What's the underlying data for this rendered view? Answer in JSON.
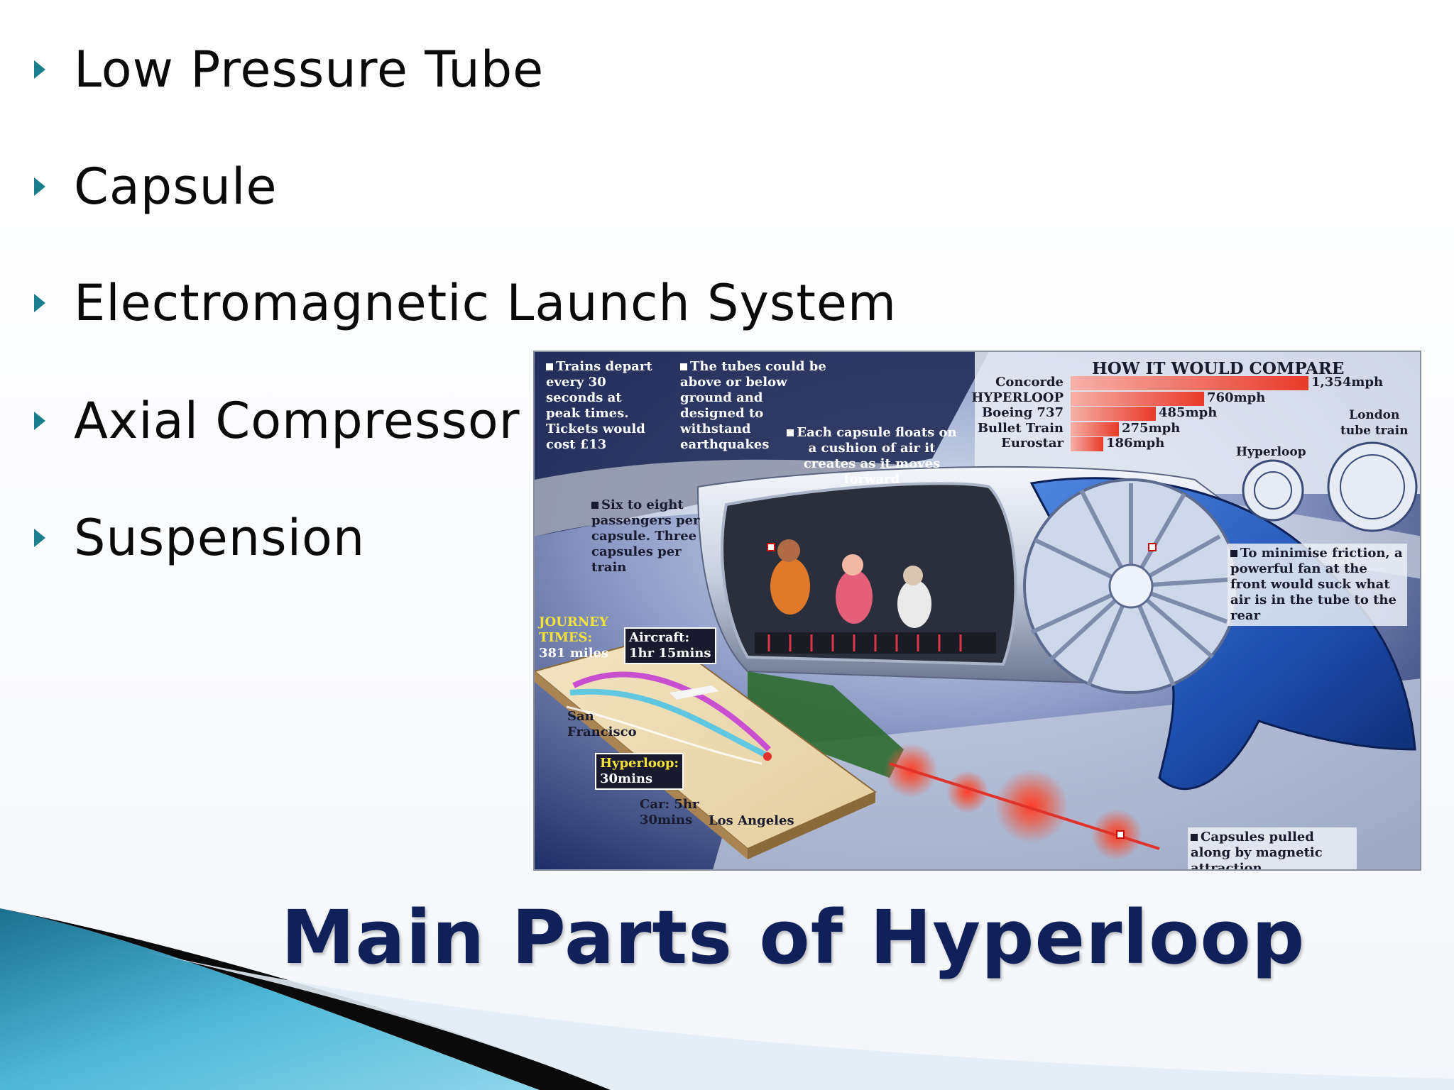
{
  "bullets": [
    "Low Pressure Tube",
    "Capsule",
    "Electromagnetic Launch System",
    "Axial Compressor",
    "Suspension"
  ],
  "title": "Main Parts of Hyperloop",
  "infographic": {
    "annotations": {
      "trains": "Trains depart every 30 seconds at peak times. Tickets would cost £13",
      "tubes": "The tubes could be above or below ground and designed to withstand earthquakes",
      "capsule_air": "Each capsule floats on a cushion of air it creates as it moves forward",
      "passengers": "Six to eight passengers per capsule. Three capsules per train",
      "fan": "To minimise friction, a powerful fan at the front would suck what air is in the tube to the rear",
      "magnetic": "Capsules pulled along by magnetic attraction"
    },
    "journey": {
      "heading_line1": "JOURNEY",
      "heading_line2": "TIMES:",
      "distance": "381 miles",
      "aircraft_line1": "Aircraft:",
      "aircraft_line2": "1hr 15mins",
      "hyperloop_line1": "Hyperloop:",
      "hyperloop_line2": "30mins",
      "car_line1": "Car: 5hr",
      "car_line2": "30mins",
      "city_sf_line1": "San",
      "city_sf_line2": "Francisco",
      "city_la": "Los Angeles"
    },
    "compare": {
      "title": "HOW IT WOULD COMPARE",
      "hyperloop_label": "Hyperloop",
      "london_label_line1": "London",
      "london_label_line2": "tube train"
    },
    "colors": {
      "bar": "#e83a2a",
      "background": "#1d2f6b",
      "capsule": "#1e4fb0"
    }
  },
  "chart_data": {
    "type": "bar",
    "orientation": "horizontal",
    "title": "HOW IT WOULD COMPARE",
    "categories": [
      "Concorde",
      "HYPERLOOP",
      "Boeing 737",
      "Bullet Train",
      "Eurostar"
    ],
    "values": [
      1354,
      760,
      485,
      275,
      186
    ],
    "value_labels": [
      "1,354mph",
      "760mph",
      "485mph",
      "275mph",
      "186mph"
    ],
    "unit": "mph",
    "xlim": [
      0,
      1354
    ]
  }
}
